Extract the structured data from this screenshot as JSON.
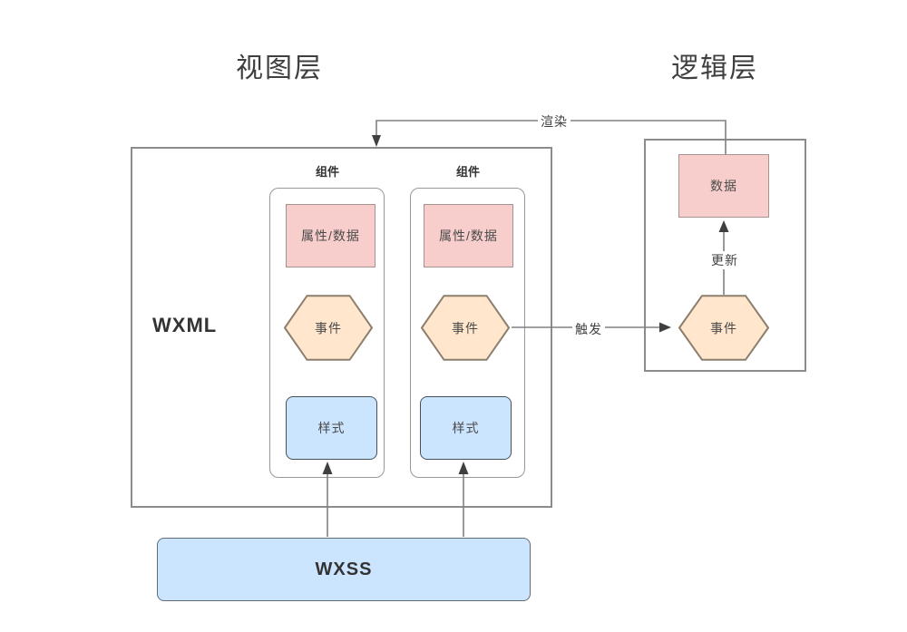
{
  "titles": {
    "view": "视图层",
    "logic": "逻辑层"
  },
  "view": {
    "label": "WXML",
    "components": [
      {
        "header": "组件",
        "attr": "属性/数据",
        "event": "事件",
        "style": "样式"
      },
      {
        "header": "组件",
        "attr": "属性/数据",
        "event": "事件",
        "style": "样式"
      }
    ]
  },
  "wxss": {
    "label": "WXSS"
  },
  "logic": {
    "data": "数据",
    "event": "事件"
  },
  "edges": {
    "render": "渲染",
    "trigger": "触发",
    "update": "更新"
  },
  "colors": {
    "pink_fill": "#f8cecc",
    "pink_stroke": "#a59392",
    "orange_fill": "#ffe6cc",
    "orange_stroke": "#8c7e6d",
    "blue_fill": "#cce5ff",
    "blue_stroke": "#46505a",
    "outer_box_stroke": "#8c8c8c",
    "component_box_stroke": "#999999",
    "connector_line": "#808080",
    "arrowhead": "#404040",
    "text": "#333333",
    "title_text": "#3f3f3f"
  }
}
